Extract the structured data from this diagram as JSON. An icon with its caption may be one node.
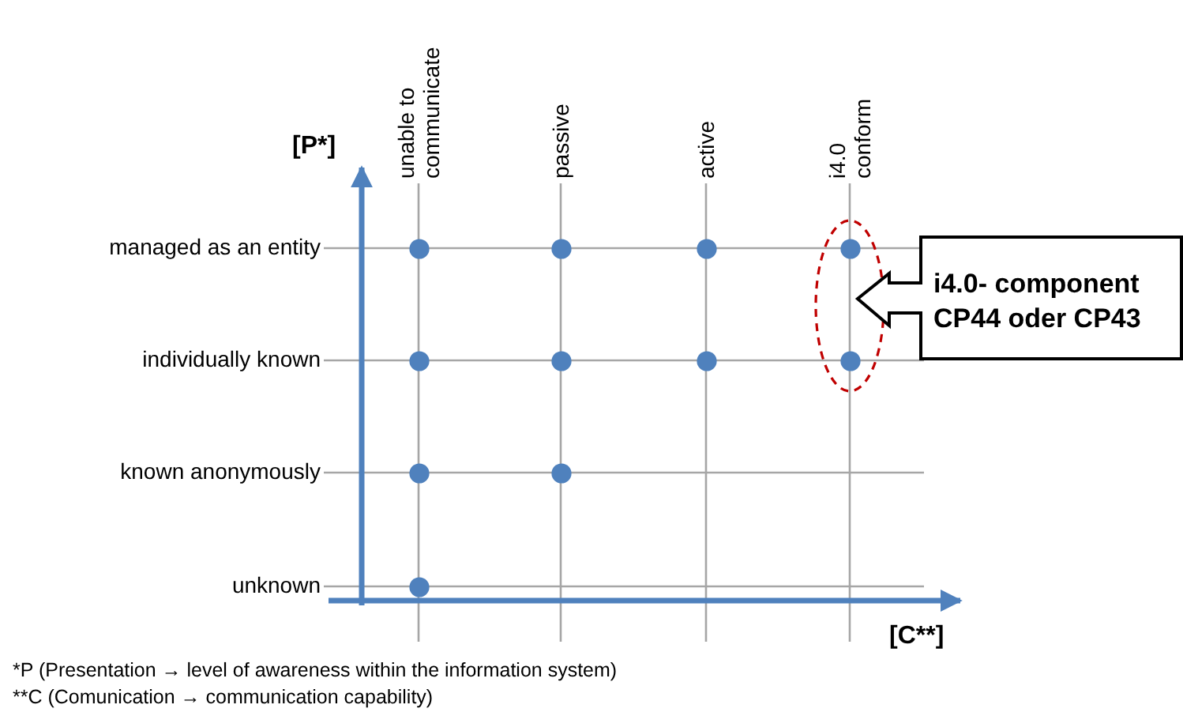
{
  "diagram": {
    "nodes": [
      {
        "text": [],
        "shape": "ellipse"
      },
      {
        "text": [],
        "shape": "circle",
        "in": 0
      },
      {
        "text": [],
        "shape": "circle",
        "in": 0
      },
      {
        "text": [
          "i4.0- component CP44 oder CP43"
        ]
      },
      {
        "text": [],
        "shape": "circle"
      },
      {
        "text": [],
        "shape": "circle"
      },
      {
        "text": [],
        "shape": "circle"
      },
      {
        "text": [],
        "shape": "circle"
      },
      {
        "text": [],
        "shape": "circle"
      },
      {
        "text": [],
        "shape": "circle"
      },
      {
        "text": [],
        "shape": "circle"
      },
      {
        "text": [],
        "shape": "circle"
      },
      {
        "text": [],
        "shape": "circle"
      }
    ],
    "edges": [],
    "labels": [
      "unable to communicate",
      "passive",
      "active",
      "i4.0 conform",
      "[P*]",
      "managed as an entity",
      "individually known",
      "known anonymously",
      "unknown",
      "[C**]",
      "*P   (Presentation → level of awareness within the information system)",
      "**C (Comunication → communication capability)"
    ]
  }
}
